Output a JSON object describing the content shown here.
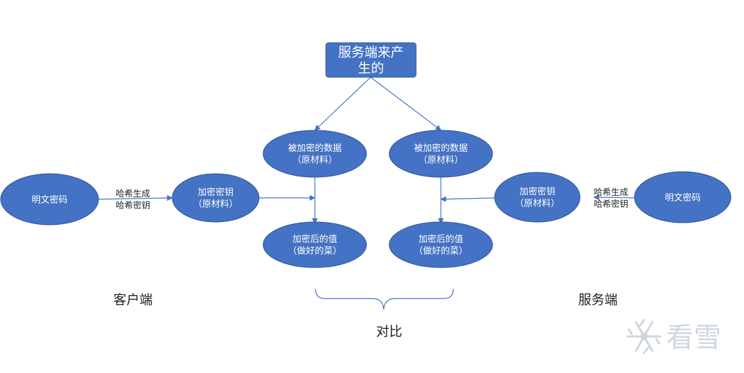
{
  "colors": {
    "node_fill": "#4472C4",
    "node_stroke": "#2f5597",
    "edge": "#4472C4",
    "text": "#222222",
    "watermark": "#d0d6de"
  },
  "top_box": {
    "line1": "服务端来产",
    "line2": "生的"
  },
  "client": {
    "plaintext": "明文密码",
    "hash_label_1": "哈希生成",
    "hash_label_2": "哈希密钥",
    "key_line1": "加密密钥",
    "key_line2": "（原材料）",
    "data_line1": "被加密的数据",
    "data_line2": "（原材料）",
    "result_line1": "加密后的值",
    "result_line2": "（做好的菜）",
    "caption": "客户端"
  },
  "server": {
    "plaintext": "明文密码",
    "hash_label_1": "哈希生成",
    "hash_label_2": "哈希密钥",
    "key_line1": "加密密钥",
    "key_line2": "（原材料）",
    "data_line1": "被加密的数据",
    "data_line2": "（原材料）",
    "result_line1": "加密后的值",
    "result_line2": "（做好的菜）",
    "caption": "服务端"
  },
  "compare_label": "对比",
  "watermark": {
    "text": "看雪",
    "icon": "snowflake-icon"
  }
}
